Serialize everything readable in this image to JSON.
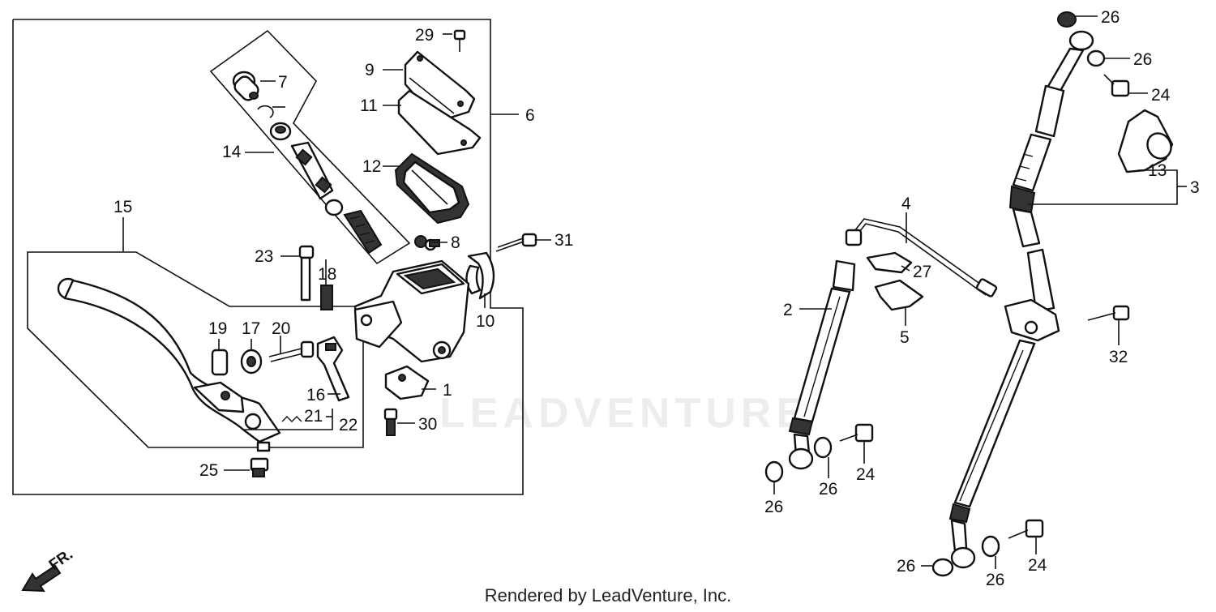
{
  "diagram": {
    "callouts": {
      "c1": "1",
      "c2": "2",
      "c3": "3",
      "c4": "4",
      "c5": "5",
      "c6": "6",
      "c7": "7",
      "c8": "8",
      "c9": "9",
      "c10": "10",
      "c11": "11",
      "c12": "12",
      "c13": "13",
      "c14": "14",
      "c15": "15",
      "c16": "16",
      "c17": "17",
      "c18": "18",
      "c19": "19",
      "c20": "20",
      "c21": "21",
      "c22": "22",
      "c23": "23",
      "c24a": "24",
      "c24b": "24",
      "c24c": "24",
      "c25": "25",
      "c26a": "26",
      "c26b": "26",
      "c26c": "26",
      "c26d": "26",
      "c26e": "26",
      "c26f": "26",
      "c27": "27",
      "c29": "29",
      "c30": "30",
      "c31": "31",
      "c32": "32"
    },
    "direction_label": "FR."
  },
  "watermark": "LEADVENTURE",
  "footer": "Rendered by LeadVenture, Inc."
}
